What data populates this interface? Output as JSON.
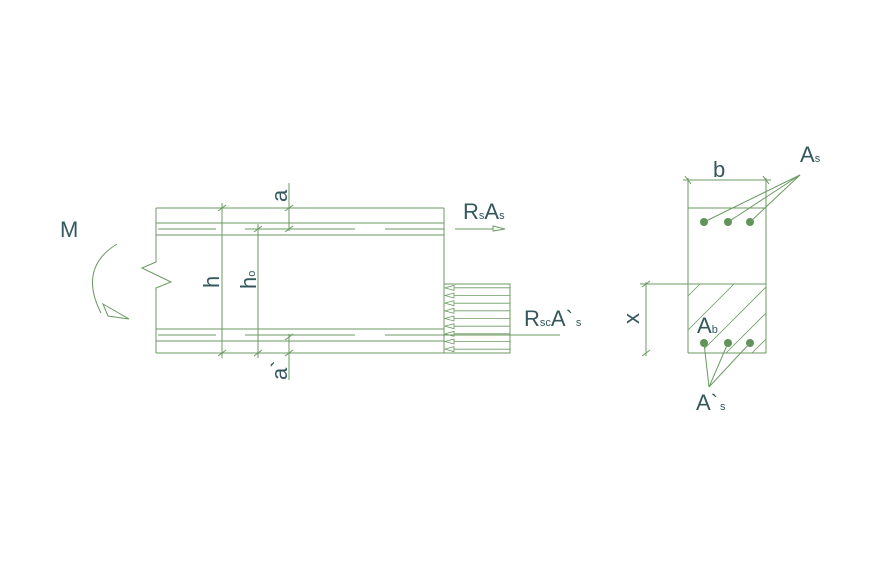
{
  "labels": {
    "moment": "M",
    "height": "h",
    "effective_depth_main": "h",
    "effective_depth_sub": "o",
    "cover_top": "a",
    "cover_bottom": "a`",
    "tension_force_R": "R",
    "tension_force_R_sub": "s",
    "tension_force_A": "A",
    "tension_force_A_sub": "s",
    "compression_force_R": "R",
    "compression_force_R_sub": "sc",
    "compression_force_A": "A`",
    "compression_force_A_sub": "s",
    "width": "b",
    "tension_steel_main": "A",
    "tension_steel_sub": "s",
    "compression_zone": "x",
    "concrete_area_main": "A",
    "concrete_area_sub": "b",
    "compression_steel_main": "A`",
    "compression_steel_sub": "s"
  },
  "colors": {
    "line": "#6b9a63",
    "text": "#35585c",
    "rebar": "#5f9358"
  }
}
